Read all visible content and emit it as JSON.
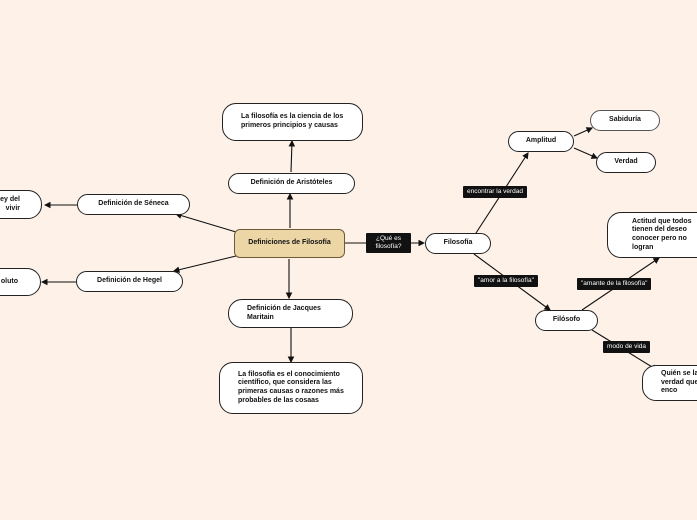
{
  "nodes": {
    "central": "Definiciones de Filosofía",
    "aristoteles": "Definición de Aristóteles",
    "aristoteles_def": "La filosofía es la ciencia de los primeros principios y causas",
    "seneca": "Definición de Séneca",
    "seneca_def": "ley del vivir",
    "hegel": "Definición de Hegel",
    "hegel_def": "oluto",
    "maritain": "Definición de Jacques Maritain",
    "maritain_def": "La filosofía es el conocimiento científico, que considera las primeras causas o razones más probables de las cosaas",
    "filosofia": "Filosofía",
    "amplitud": "Amplitud",
    "sabiduria": "Sabiduría",
    "verdad": "Verdad",
    "filosofo": "Filósofo",
    "actitud": "Actitud que todos tienen del deseo conocer pero no logran",
    "quien": "Quién se la verdad que enco"
  },
  "labels": {
    "que_es": "¿Qué es filosofía?",
    "encontrar": "encontrar la verdad",
    "amor": "\"amor a la filosofía\"",
    "amante": "\"amante de la filosofía\"",
    "modo": "modo de vida"
  },
  "colors": {
    "background": "#fdf1e8",
    "central_fill": "#ecd6a6",
    "label_fill": "#111111",
    "node_fill": "#ffffff"
  }
}
